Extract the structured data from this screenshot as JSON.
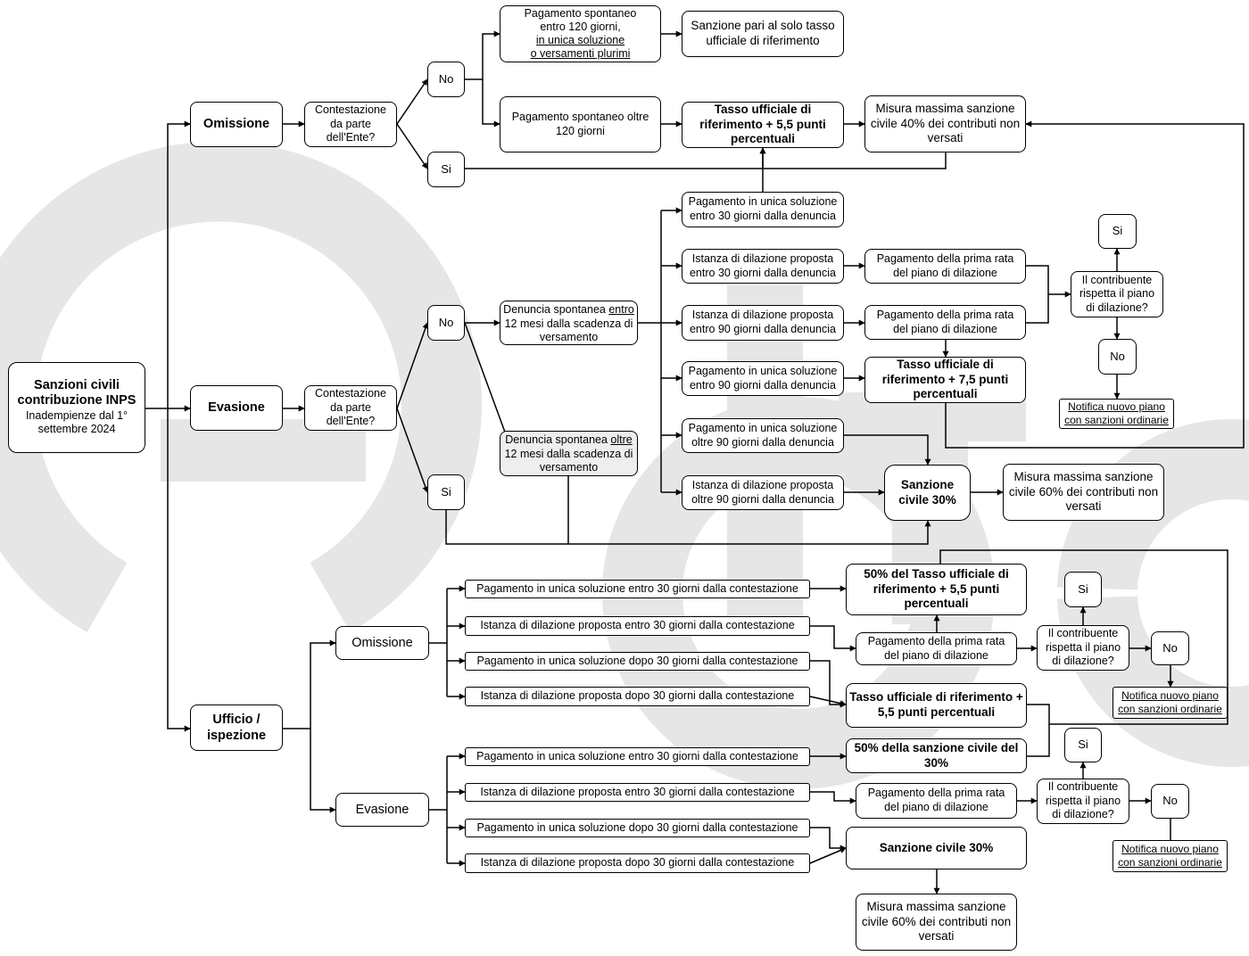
{
  "nodes": {
    "root_title": "Sanzioni civili contribuzione INPS",
    "root_sub": "Inadempienze dal 1° settembre 2024",
    "omissione": "Omissione",
    "evasione": "Evasione",
    "ufficio": "Ufficio / ispezione",
    "contestazione": "Contestazione da parte dell'Ente?",
    "no": "No",
    "si": "Si",
    "pag120_l1": "Pagamento spontaneo",
    "pag120_l2": "entro 120 giorni,",
    "pag120_l3": "in unica soluzione",
    "pag120_l4": "o versamenti plurimi",
    "sanz_solo_tasso": "Sanzione pari al solo tasso ufficiale di riferimento",
    "pag_oltre120": "Pagamento spontaneo oltre 120 giorni",
    "tasso55": "Tasso ufficiale di riferimento + 5,5 punti percentuali",
    "misura40": "Misura massima sanzione civile 40% dei contributi non versati",
    "den_entro_a": "Denuncia spontanea ",
    "den_entro_u": "entro",
    "den_entro_b": " 12 mesi dalla scadenza di versamento",
    "den_oltre_a": "Denuncia spontanea ",
    "den_oltre_u": "oltre",
    "den_oltre_b": " 12 mesi dalla scadenza di versamento",
    "e1": "Pagamento in unica soluzione entro 30 giorni dalla denuncia",
    "e2": "Istanza di dilazione proposta entro 30 giorni dalla denuncia",
    "e3": "Istanza di dilazione proposta entro 90 giorni dalla denuncia",
    "e4": "Pagamento in unica soluzione entro 90 giorni dalla denuncia",
    "e5": "Pagamento in unica soluzione oltre 90 giorni dalla denuncia",
    "e6": "Istanza di dilazione proposta oltre 90 giorni dalla denuncia",
    "prima_rata": "Pagamento della prima rata del piano di dilazione",
    "tasso75": "Tasso ufficiale di riferimento + 7,5 punti percentuali",
    "rispetta": "Il contribuente rispetta il piano di dilazione?",
    "notifica_l1": "Notifica nuovo piano",
    "notifica_l2": "con sanzioni ordinarie",
    "sanz30": "Sanzione civile 30%",
    "misura60": "Misura massima sanzione civile 60% dei contributi non versati",
    "u1": "Pagamento in unica soluzione entro 30 giorni dalla contestazione",
    "u2": "Istanza di dilazione proposta entro 30 giorni dalla contestazione",
    "u3": "Pagamento in unica soluzione dopo 30 giorni dalla contestazione",
    "u4": "Istanza di dilazione proposta dopo 30 giorni dalla contestazione",
    "cinquanta_tasso": "50% del Tasso ufficiale di riferimento + 5,5 punti percentuali",
    "cinquanta_sanz": "50% della sanzione civile del 30%"
  },
  "colors": {
    "watermark": "#e6e6e6",
    "gray_fill": "#eeeeee",
    "stroke": "#000000"
  }
}
